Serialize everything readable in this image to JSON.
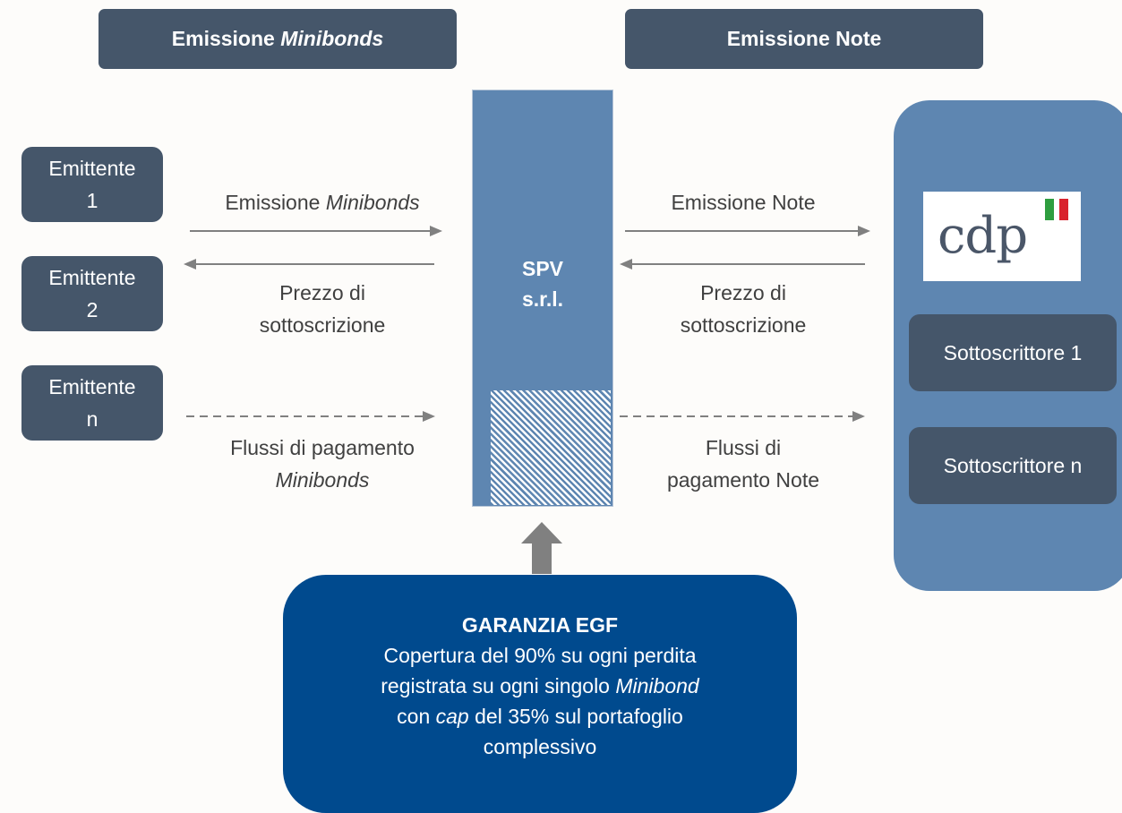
{
  "headers": {
    "left_prefix": "Emissione ",
    "left_italic": "Minibonds",
    "right": "Emissione Note"
  },
  "issuers": [
    {
      "line1": "Emittente",
      "line2": "1"
    },
    {
      "line1": "Emittente",
      "line2": "2"
    },
    {
      "line1": "Emittente",
      "line2": "n"
    }
  ],
  "left_flows": {
    "emission_prefix": "Emissione ",
    "emission_italic": "Minibonds",
    "price_line1": "Prezzo di",
    "price_line2": "sottoscrizione",
    "payments_line1": "Flussi di pagamento",
    "payments_line2_italic": "Minibonds"
  },
  "spv": {
    "line1": "SPV",
    "line2": "s.r.l."
  },
  "right_flows": {
    "emission": "Emissione Note",
    "price_line1": "Prezzo di",
    "price_line2": "sottoscrizione",
    "payments_line1": "Flussi di",
    "payments_line2": "pagamento Note"
  },
  "logo": {
    "text": "cdp",
    "flag_green": "#2e9e3f",
    "flag_red": "#d9232d"
  },
  "subscribers": [
    "Sottoscrittore 1",
    "Sottoscrittore n"
  ],
  "guarantee": {
    "title": "GARANZIA EGF",
    "line1": "Copertura del 90% su ogni perdita",
    "line2_prefix": "registrata su ogni singolo ",
    "line2_italic": "Minibond",
    "line3_prefix": "con ",
    "line3_italic": "cap",
    "line3_suffix": " del 35% sul portafoglio",
    "line4": "complessivo"
  },
  "colors": {
    "dark_box": "#45566a",
    "spv_blue": "#5e86b1",
    "guarantee_blue": "#004a8e",
    "arrow_gray": "#808080"
  }
}
